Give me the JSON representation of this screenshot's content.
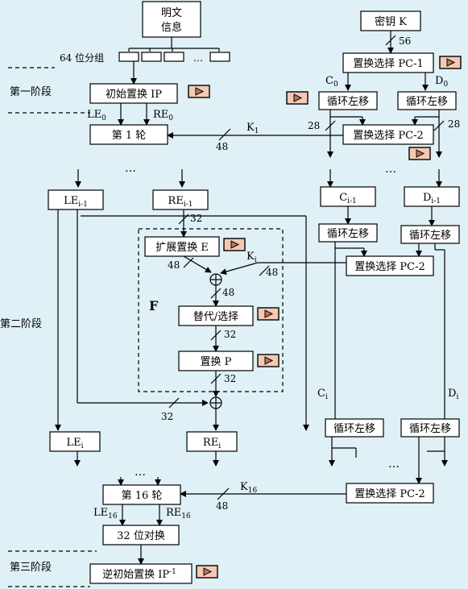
{
  "plaintext": {
    "line1": "明文",
    "line2": "信息"
  },
  "key": "密钥 K",
  "labels": {
    "block_split": "64 位分组",
    "dots": "…",
    "stage1": "第一阶段",
    "stage2": "第二阶段",
    "stage3": "第三阶段",
    "F": "F"
  },
  "boxes": {
    "ip": "初始置换 IP",
    "round1": "第 1 轮",
    "round16": "第 16 轮",
    "swap32": "32 位对换",
    "ip_inv": "逆初始置换 IP",
    "ip_inv_sup": "-1",
    "expansion": "扩展置换 E",
    "sbox": "替代/选择",
    "perm_p": "置换 P",
    "pc1": "置换选择 PC-1",
    "pc2": "置换选择 PC-2",
    "shift": "循环左移"
  },
  "vars": {
    "LE": "LE",
    "RE": "RE",
    "C": "C",
    "D": "D",
    "K": "K",
    "sub0": "0",
    "sub16": "16",
    "sub1": "1",
    "subi1": "i-1",
    "subi": "i"
  },
  "widths": {
    "w56": "56",
    "w28": "28",
    "w48": "48",
    "w32": "32"
  },
  "colors": {
    "background": "#dff0f7",
    "play_button": "#f3c9b3",
    "play_triangle": "#b87a5a"
  }
}
